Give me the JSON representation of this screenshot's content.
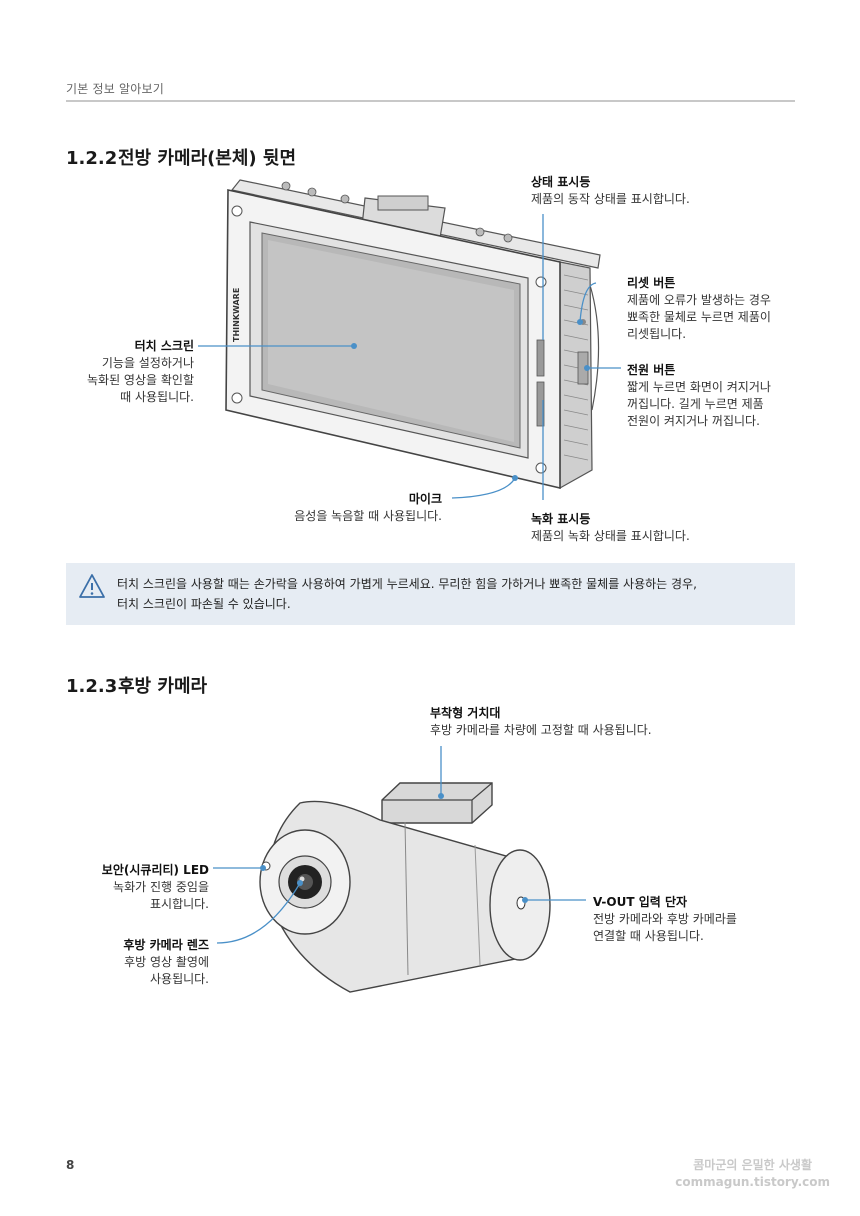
{
  "header": {
    "running_title": "기본 정보 알아보기"
  },
  "section_front": {
    "number": "1.2.2",
    "title": "전방 카메라(본체) 뒷면",
    "device_brand": "THINKWARE",
    "callouts": {
      "status_led": {
        "title": "상태 표시등",
        "desc": "제품의 동작 상태를 표시합니다."
      },
      "reset": {
        "title": "리셋 버튼",
        "desc": "제품에 오류가 발생하는 경우\n뾰족한 물체로 누르면 제품이\n리셋됩니다."
      },
      "power": {
        "title": "전원 버튼",
        "desc": "짧게 누르면 화면이 켜지거나\n꺼집니다. 길게 누르면 제품\n전원이 켜지거나 꺼집니다."
      },
      "touch": {
        "title": "터치 스크린",
        "desc": "기능을 설정하거나\n녹화된 영상을 확인할\n때 사용됩니다."
      },
      "mic": {
        "title": "마이크",
        "desc": "음성을 녹음할 때 사용됩니다."
      },
      "rec_led": {
        "title": "녹화 표시등",
        "desc": "제품의 녹화 상태를 표시합니다."
      }
    }
  },
  "warning": {
    "line1": "터치 스크린을 사용할 때는 손가락을 사용하여 가볍게 누르세요. 무리한 힘을 가하거나 뾰족한 물체를 사용하는 경우,",
    "line2": "터치 스크린이 파손될 수 있습니다."
  },
  "section_rear": {
    "number": "1.2.3",
    "title": "후방 카메라",
    "callouts": {
      "mount": {
        "title": "부착형 거치대",
        "desc": "후방 카메라를 차량에 고정할 때 사용됩니다."
      },
      "security_led": {
        "title": "보안(시큐리티) LED",
        "desc": "녹화가 진행 중임을\n표시합니다."
      },
      "lens": {
        "title": "후방 카메라 렌즈",
        "desc": "후방 영상 촬영에\n사용됩니다."
      },
      "vout": {
        "title": "V-OUT 입력 단자",
        "desc": "전방 카메라와 후방 카메라를\n연결할 때 사용됩니다."
      }
    }
  },
  "footer": {
    "page_number": "8",
    "watermark_line1": "콤마군의 은밀한 사생활",
    "watermark_line2": "commagun.tistory.com"
  },
  "colors": {
    "leader_line": "#4a90c8",
    "warning_bg": "#e6ecf3",
    "rule": "#c8c8c8"
  }
}
